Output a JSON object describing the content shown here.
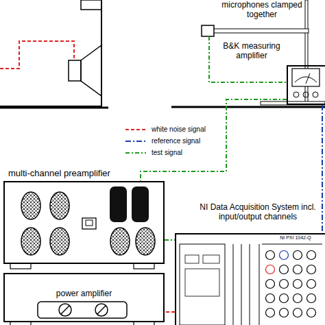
{
  "diagram": {
    "nodes": [
      {
        "text": [
          "B&K measuring amplifier"
        ]
      },
      {
        "text": [
          "multi-channel preamplifier"
        ]
      },
      {
        "text": [
          "power amplifier"
        ]
      },
      {
        "text": [
          "NI Data Acquisition System incl. input/output channels"
        ]
      }
    ],
    "edges": [
      {
        "from": 0,
        "to": 1,
        "arrow": "none"
      },
      {
        "from": 1,
        "to": 3,
        "arrow": "none"
      },
      {
        "from": 0,
        "to": 3,
        "arrow": "none"
      },
      {
        "from": 3,
        "to": 2,
        "arrow": "none"
      }
    ],
    "labels": [
      "microphones clamped together",
      "NI PXI 1042-Q"
    ],
    "legend": [
      {
        "text": "white noise signal"
      },
      {
        "text": "reference signal"
      },
      {
        "text": "test signal"
      }
    ]
  }
}
